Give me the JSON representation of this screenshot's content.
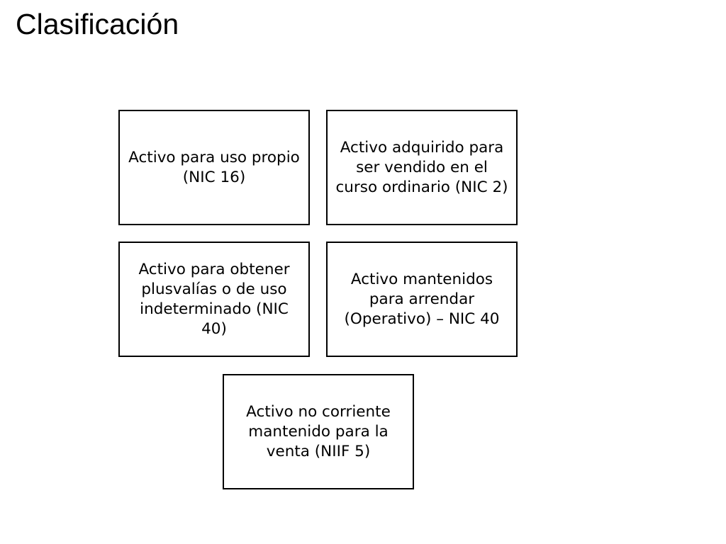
{
  "title": "Clasificación",
  "boxes": [
    {
      "text": "Activo para uso propio (NIC 16)"
    },
    {
      "text": "Activo adquirido para ser vendido en el curso ordinario (NIC 2)"
    },
    {
      "text": "Activo para obtener plusvalías o de uso indeterminado (NIC 40)"
    },
    {
      "text": "Activo mantenidos para arrendar (Operativo) – NIC 40"
    },
    {
      "text": "Activo no corriente mantenido para la venta (NIIF 5)"
    }
  ]
}
